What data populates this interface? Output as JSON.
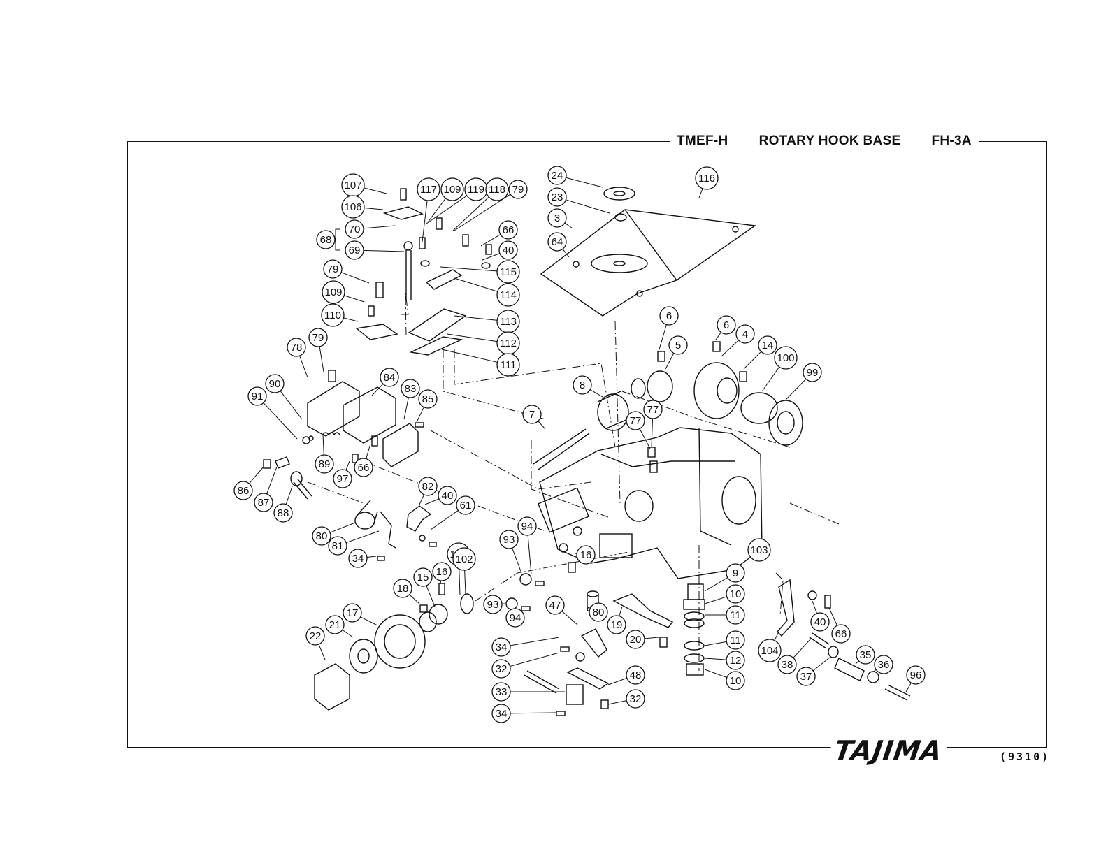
{
  "header": {
    "model": "TMEF-H",
    "title": "ROTARY HOOK BASE",
    "code": "FH-3A"
  },
  "footer": {
    "brand": "TAJIMA",
    "revision": "(9310)"
  },
  "callouts": [
    {
      "id": "c1",
      "label": "107"
    },
    {
      "id": "c2",
      "label": "106"
    },
    {
      "id": "c3",
      "label": "70"
    },
    {
      "id": "c4",
      "label": "68"
    },
    {
      "id": "c5",
      "label": "69"
    },
    {
      "id": "c6",
      "label": "117"
    },
    {
      "id": "c7",
      "label": "109"
    },
    {
      "id": "c8",
      "label": "119"
    },
    {
      "id": "c9",
      "label": "118"
    },
    {
      "id": "c10",
      "label": "79"
    },
    {
      "id": "c11",
      "label": "66"
    },
    {
      "id": "c12",
      "label": "40"
    },
    {
      "id": "c13",
      "label": "115"
    },
    {
      "id": "c14",
      "label": "114"
    },
    {
      "id": "c15",
      "label": "79"
    },
    {
      "id": "c16",
      "label": "109"
    },
    {
      "id": "c17",
      "label": "110"
    },
    {
      "id": "c18",
      "label": "113"
    },
    {
      "id": "c19",
      "label": "112"
    },
    {
      "id": "c20",
      "label": "111"
    },
    {
      "id": "c21",
      "label": "24"
    },
    {
      "id": "c22",
      "label": "116"
    },
    {
      "id": "c23",
      "label": "23"
    },
    {
      "id": "c24",
      "label": "3"
    },
    {
      "id": "c25",
      "label": "64"
    },
    {
      "id": "c26",
      "label": "78"
    },
    {
      "id": "c27",
      "label": "79"
    },
    {
      "id": "c28",
      "label": "90"
    },
    {
      "id": "c29",
      "label": "91"
    },
    {
      "id": "c30",
      "label": "84"
    },
    {
      "id": "c31",
      "label": "83"
    },
    {
      "id": "c32",
      "label": "85"
    },
    {
      "id": "c33",
      "label": "89"
    },
    {
      "id": "c34",
      "label": "97"
    },
    {
      "id": "c35",
      "label": "66"
    },
    {
      "id": "c36",
      "label": "86"
    },
    {
      "id": "c37",
      "label": "87"
    },
    {
      "id": "c38",
      "label": "88"
    },
    {
      "id": "c39",
      "label": "82"
    },
    {
      "id": "c40",
      "label": "40"
    },
    {
      "id": "c41",
      "label": "61"
    },
    {
      "id": "c42",
      "label": "80"
    },
    {
      "id": "c43",
      "label": "81"
    },
    {
      "id": "c44",
      "label": "34"
    },
    {
      "id": "c45",
      "label": "102"
    },
    {
      "id": "c46",
      "label": "6"
    },
    {
      "id": "c47",
      "label": "6"
    },
    {
      "id": "c48",
      "label": "4"
    },
    {
      "id": "c49",
      "label": "5"
    },
    {
      "id": "c50",
      "label": "14"
    },
    {
      "id": "c51",
      "label": "100"
    },
    {
      "id": "c52",
      "label": "99"
    },
    {
      "id": "c53",
      "label": "8"
    },
    {
      "id": "c54",
      "label": "7"
    },
    {
      "id": "c55",
      "label": "77"
    },
    {
      "id": "c56",
      "label": "77"
    },
    {
      "id": "c57",
      "label": "93"
    },
    {
      "id": "c58",
      "label": "94"
    },
    {
      "id": "c59",
      "label": "16"
    },
    {
      "id": "c60",
      "label": "103"
    },
    {
      "id": "c61",
      "label": "18"
    },
    {
      "id": "c62",
      "label": "15"
    },
    {
      "id": "c63",
      "label": "16"
    },
    {
      "id": "c64",
      "label": "102"
    },
    {
      "id": "c65",
      "label": "93"
    },
    {
      "id": "c66",
      "label": "94"
    },
    {
      "id": "c67",
      "label": "17"
    },
    {
      "id": "c68",
      "label": "21"
    },
    {
      "id": "c69",
      "label": "22"
    },
    {
      "id": "c70",
      "label": "47"
    },
    {
      "id": "c71",
      "label": "80"
    },
    {
      "id": "c72",
      "label": "19"
    },
    {
      "id": "c73",
      "label": "20"
    },
    {
      "id": "c74",
      "label": "9"
    },
    {
      "id": "c75",
      "label": "10"
    },
    {
      "id": "c76",
      "label": "11"
    },
    {
      "id": "c77",
      "label": "11"
    },
    {
      "id": "c78",
      "label": "12"
    },
    {
      "id": "c79",
      "label": "10"
    },
    {
      "id": "c80",
      "label": "34"
    },
    {
      "id": "c81",
      "label": "32"
    },
    {
      "id": "c82",
      "label": "48"
    },
    {
      "id": "c83",
      "label": "33"
    },
    {
      "id": "c84",
      "label": "32"
    },
    {
      "id": "c85",
      "label": "34"
    },
    {
      "id": "c86",
      "label": "40"
    },
    {
      "id": "c87",
      "label": "66"
    },
    {
      "id": "c88",
      "label": "104"
    },
    {
      "id": "c89",
      "label": "38"
    },
    {
      "id": "c90",
      "label": "37"
    },
    {
      "id": "c91",
      "label": "35"
    },
    {
      "id": "c92",
      "label": "36"
    },
    {
      "id": "c93",
      "label": "96"
    }
  ]
}
